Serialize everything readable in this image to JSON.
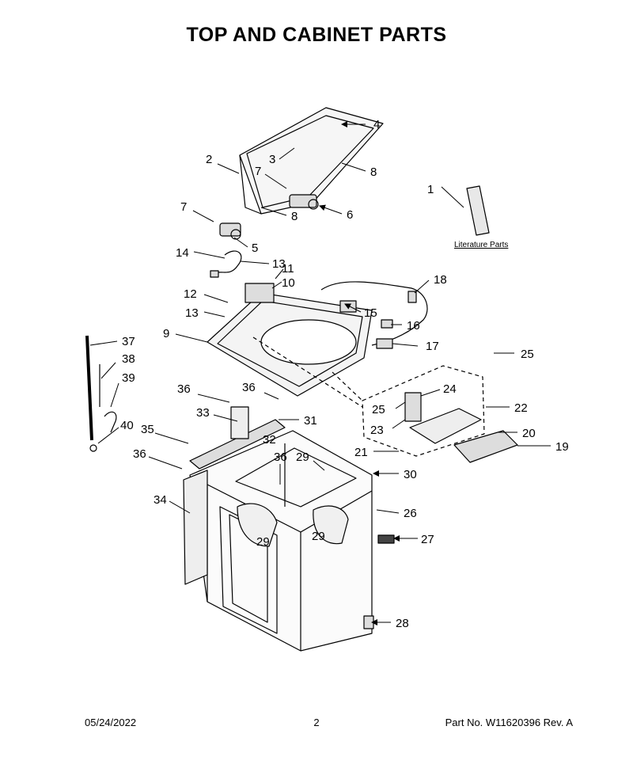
{
  "title": "TOP AND CABINET PARTS",
  "literature_label": "Literature Parts",
  "footer": {
    "date": "05/24/2022",
    "page": "2",
    "part_no": "Part No.  W11620396  Rev.  A"
  },
  "callouts": {
    "c1": "1",
    "c2": "2",
    "c3": "3",
    "c4": "4",
    "c5": "5",
    "c6": "6",
    "c7a": "7",
    "c7b": "7",
    "c8a": "8",
    "c8b": "8",
    "c9": "9",
    "c10": "10",
    "c11": "11",
    "c12": "12",
    "c13a": "13",
    "c13b": "13",
    "c14": "14",
    "c15": "15",
    "c16": "16",
    "c17": "17",
    "c18": "18",
    "c19": "19",
    "c20": "20",
    "c21": "21",
    "c22": "22",
    "c23": "23",
    "c24": "24",
    "c25a": "25",
    "c25b": "25",
    "c26": "26",
    "c27": "27",
    "c28": "28",
    "c29a": "29",
    "c29b": "29",
    "c29c": "29",
    "c30": "30",
    "c31": "31",
    "c32": "32",
    "c33": "33",
    "c34": "34",
    "c35": "35",
    "c36a": "36",
    "c36b": "36",
    "c36c": "36",
    "c36d": "36",
    "c37": "37",
    "c38": "38",
    "c39": "39",
    "c40": "40"
  }
}
